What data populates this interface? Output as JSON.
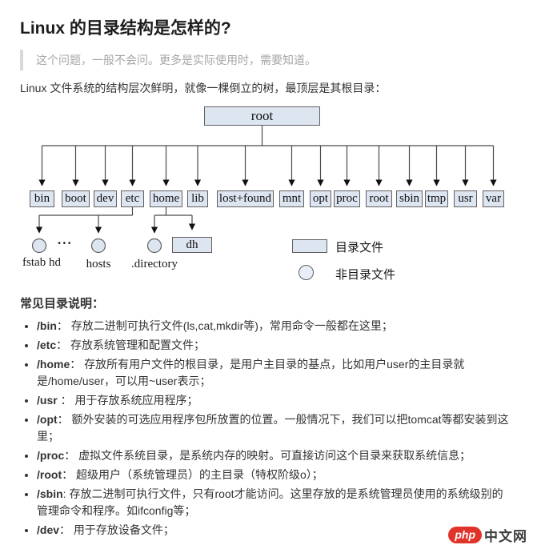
{
  "page": {
    "title": "Linux 的目录结构是怎样的?",
    "quote": "这个问题，一般不会问。更多是实际使用时，需要知道。",
    "intro": "Linux 文件系统的结构层次鲜明，就像一棵倒立的树，最顶层是其根目录：",
    "section_heading": "常见目录说明："
  },
  "diagram": {
    "root": "root",
    "children": [
      "bin",
      "boot",
      "dev",
      "etc",
      "home",
      "lib",
      "lost+found",
      "mnt",
      "opt",
      "proc",
      "root",
      "sbin",
      "tmp",
      "usr",
      "var"
    ],
    "ellipsis": "...",
    "file_labels": {
      "etc_first": "fstab hd",
      "etc_second": "hosts",
      "home_circle": ".directory",
      "home_box": "dh"
    },
    "legend": {
      "dir": "目录文件",
      "nondir": "非目录文件"
    },
    "colors": {
      "node_fill": "#dde5f1",
      "node_border": "#606060",
      "line": "#4a4a4a",
      "arrow": "#111111"
    }
  },
  "bullets": [
    {
      "term": "/bin",
      "rest": "： 存放二进制可执行文件(ls,cat,mkdir等)，常用命令一般都在这里；"
    },
    {
      "term": "/etc",
      "rest": "： 存放系统管理和配置文件；"
    },
    {
      "term": "/home",
      "rest": "： 存放所有用户文件的根目录，是用户主目录的基点，比如用户user的主目录就是/home/user，可以用~user表示；"
    },
    {
      "term": "/usr",
      "rest": " ： 用于存放系统应用程序；"
    },
    {
      "term": "/opt",
      "rest": "： 额外安装的可选应用程序包所放置的位置。一般情况下，我们可以把tomcat等都安装到这里；"
    },
    {
      "term": "/proc",
      "rest": "： 虚拟文件系统目录，是系统内存的映射。可直接访问这个目录来获取系统信息；"
    },
    {
      "term": "/root",
      "rest": "： 超级用户（系统管理员）的主目录（特权阶级o）；"
    },
    {
      "term": "/sbin",
      "rest": ": 存放二进制可执行文件，只有root才能访问。这里存放的是系统管理员使用的系统级别的管理命令和程序。如ifconfig等；"
    },
    {
      "term": "/dev",
      "rest": "： 用于存放设备文件；"
    }
  ],
  "watermark": {
    "badge": "php",
    "text": "中文网"
  }
}
